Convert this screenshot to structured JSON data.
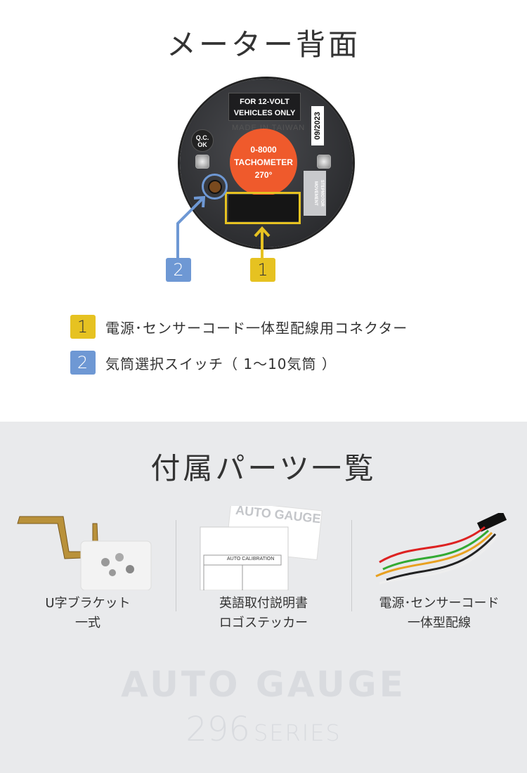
{
  "header": {
    "title": "メーター背面"
  },
  "gauge": {
    "label_line1": "FOR 12-VOLT",
    "label_line2": "VEHICLES ONLY",
    "made_in": "MADE IN TAIWAN",
    "date_code": "09/2023",
    "qc_line1": "Q.C.",
    "qc_line2": "OK",
    "center_line1": "0-8000",
    "center_line2": "TACHOMETER",
    "center_line3": "270°",
    "stepmotor": "STEPMOTOR MOVEMENT"
  },
  "callouts": [
    {
      "number": "1",
      "text": "電源･センサーコード一体型配線用コネクター",
      "color": "#e6c221"
    },
    {
      "number": "2",
      "text": "気筒選択スイッチ（ 1〜10気筒 ）",
      "color": "#6e98d4"
    }
  ],
  "parts": {
    "title": "付属パーツ一覧",
    "items": [
      {
        "line1": "U字ブラケット",
        "line2": "一式"
      },
      {
        "line1": "英語取付説明書",
        "line2": "ロゴステッカー",
        "doc_heading": "AUTO CALIBRATION"
      },
      {
        "line1": "電源･センサーコード",
        "line2": "一体型配線"
      }
    ]
  },
  "brand": {
    "name": "AUTO GAUGE",
    "series_number": "296",
    "series_label": "SERIES"
  }
}
